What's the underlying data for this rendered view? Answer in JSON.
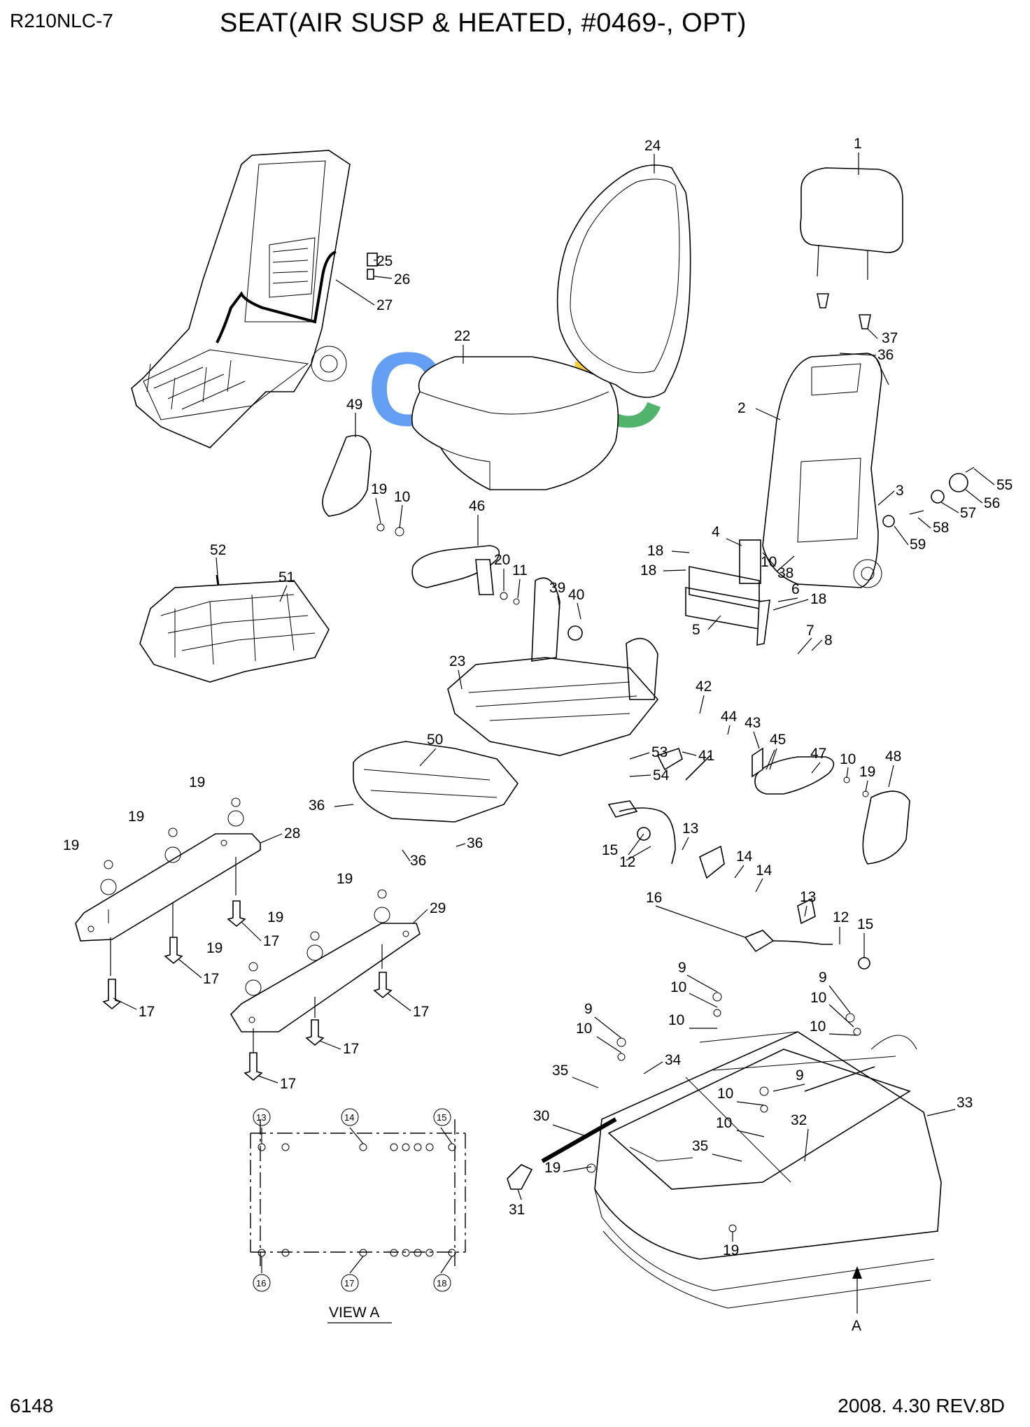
{
  "header": {
    "model": "R210NLC-7",
    "title": "SEAT(AIR SUSP & HEATED, #0469-, OPT)"
  },
  "footer": {
    "page_number": "6148",
    "revision": "2008. 4.30  REV.8D"
  },
  "view_label": "VIEW  A",
  "arrow_label": "A",
  "watermark_letters": [
    "C",
    "C",
    "H",
    "C"
  ],
  "watermark_colors": [
    "#4a8ef0",
    "#e8504a",
    "#f5c518",
    "#34a853"
  ],
  "callouts": {
    "n1": "1",
    "n2": "2",
    "n3": "3",
    "n4": "4",
    "n5": "5",
    "n6": "6",
    "n7": "7",
    "n8": "8",
    "n9": "9",
    "n10": "10",
    "n11": "11",
    "n12": "12",
    "n13": "13",
    "n14": "14",
    "n15": "15",
    "n16": "16",
    "n17": "17",
    "n18": "18",
    "n19": "19",
    "n20": "20",
    "n22": "22",
    "n23": "23",
    "n24": "24",
    "n25": "25",
    "n26": "26",
    "n27": "27",
    "n28": "28",
    "n29": "29",
    "n30": "30",
    "n31": "31",
    "n32": "32",
    "n33": "33",
    "n34": "34",
    "n35": "35",
    "n36": "36",
    "n37": "37",
    "n38": "38",
    "n39": "39",
    "n40": "40",
    "n41": "41",
    "n42": "42",
    "n43": "43",
    "n44": "44",
    "n45": "45",
    "n46": "46",
    "n47": "47",
    "n48": "48",
    "n49": "49",
    "n50": "50",
    "n51": "51",
    "n52": "52",
    "n53": "53",
    "n54": "54",
    "n55": "55",
    "n56": "56",
    "n57": "57",
    "n58": "58",
    "n59": "59"
  }
}
